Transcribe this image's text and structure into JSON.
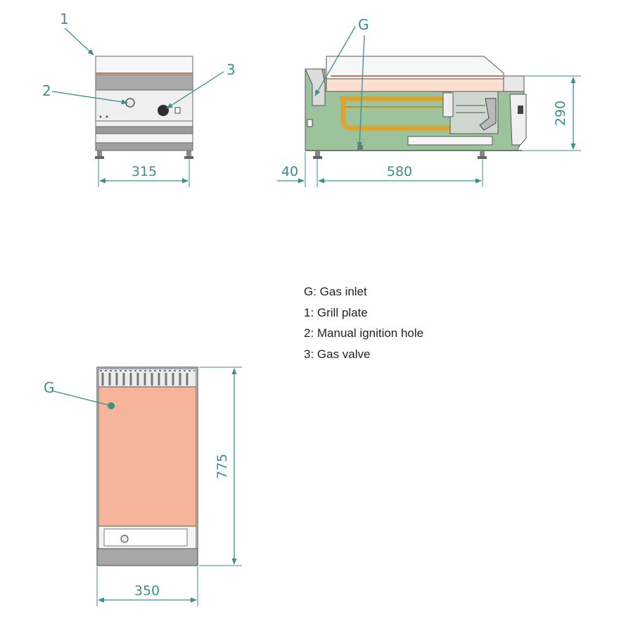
{
  "callouts": {
    "g_side": "G",
    "g_top": "G",
    "c1": "1",
    "c2": "2",
    "c3": "3"
  },
  "dimensions": {
    "front_width": "315",
    "side_offset": "40",
    "side_depth": "580",
    "height": "290",
    "top_length": "775",
    "top_width": "350"
  },
  "legend": [
    "G: Gas inlet",
    "1: Grill plate",
    "2: Manual ignition hole",
    "3: Gas valve"
  ],
  "colors": {
    "dimension_line": "#3a8f8a",
    "grill_plate": "#f6b59a",
    "body_green": "#9dc39d",
    "gas_pipe": "#d9a430",
    "outline": "#555555"
  }
}
